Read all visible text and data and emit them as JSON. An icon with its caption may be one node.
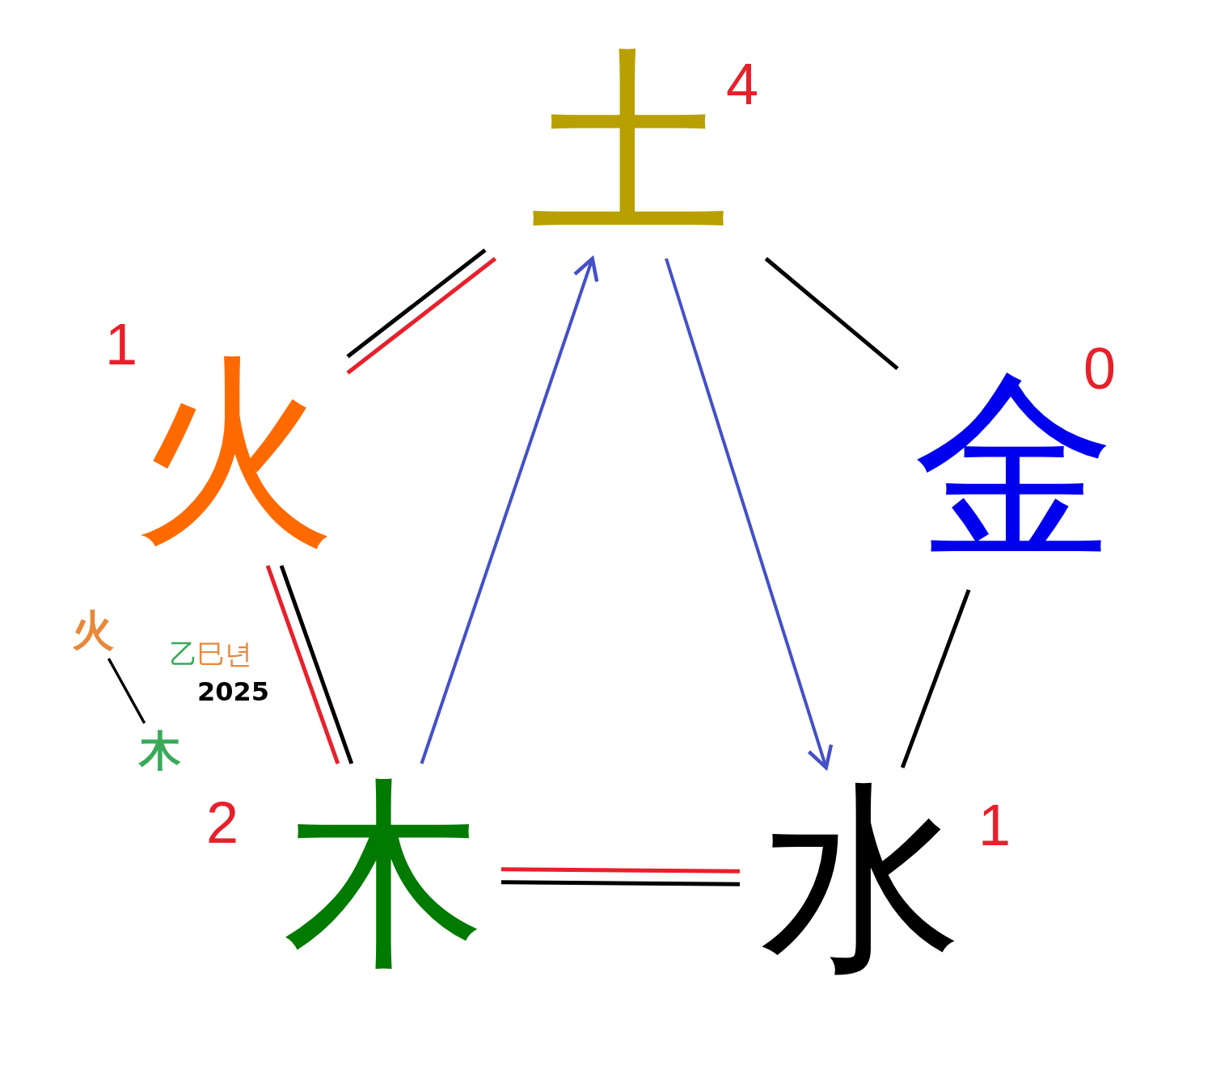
{
  "diagram": {
    "nodes": [
      {
        "text": [
          "土"
        ],
        "beside": [
          "4"
        ]
      },
      {
        "text": [
          "火"
        ],
        "beside": [
          "1"
        ]
      },
      {
        "text": [
          "金"
        ],
        "beside": [
          "0"
        ]
      },
      {
        "text": [
          "木"
        ],
        "beside": [
          "2"
        ]
      },
      {
        "text": [
          "水"
        ],
        "beside": [
          "1"
        ]
      },
      {
        "text": [
          "火"
        ]
      },
      {
        "text": [
          "木"
        ]
      }
    ],
    "edges": [
      {
        "from": 1,
        "to": 0,
        "arrow": "none"
      },
      {
        "from": 1,
        "to": 0,
        "arrow": "none",
        "color": "#e8202a"
      },
      {
        "from": 0,
        "to": 2,
        "arrow": "none"
      },
      {
        "from": 1,
        "to": 3,
        "arrow": "none"
      },
      {
        "from": 1,
        "to": 3,
        "arrow": "none",
        "color": "#e8202a"
      },
      {
        "from": 3,
        "to": 0,
        "arrow": "to",
        "color": "#4450c8"
      },
      {
        "from": 0,
        "to": 4,
        "arrow": "to",
        "color": "#4450c8"
      },
      {
        "from": 2,
        "to": 4,
        "arrow": "none"
      },
      {
        "from": 3,
        "to": 4,
        "arrow": "none",
        "color": "#e8202a"
      },
      {
        "from": 3,
        "to": 4,
        "arrow": "none"
      },
      {
        "from": 5,
        "to": 6,
        "arrow": "none"
      }
    ],
    "labels": [
      "乙巳년",
      "2025"
    ]
  }
}
